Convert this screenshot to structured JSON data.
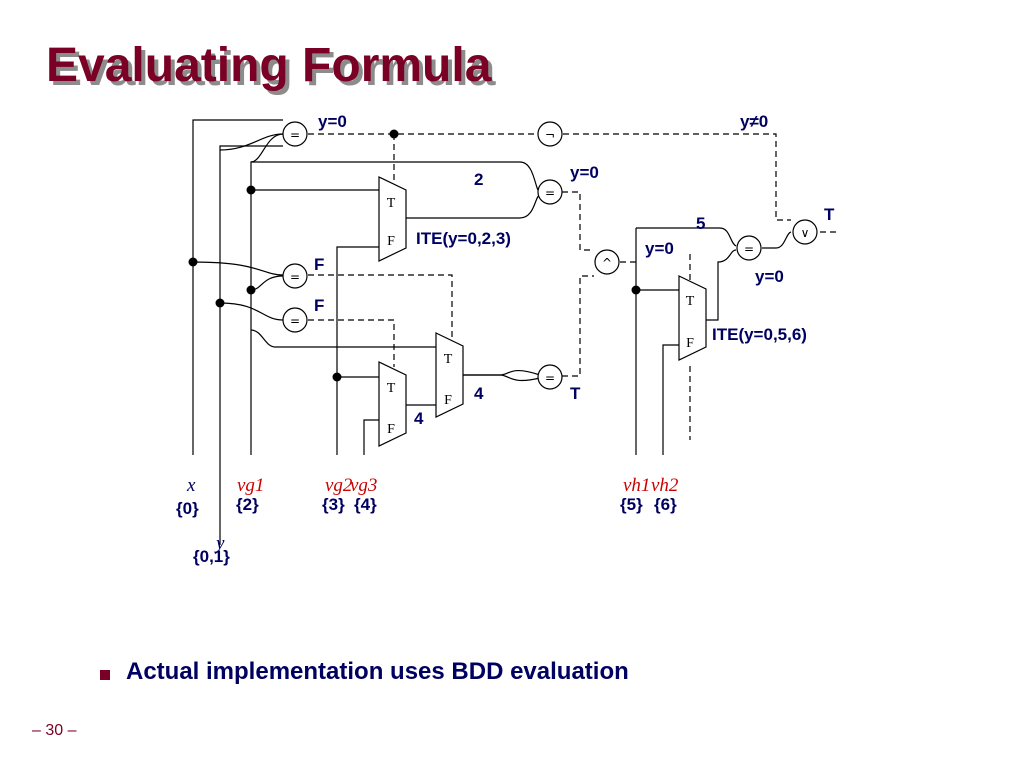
{
  "slide": {
    "title": "Evaluating Formula",
    "bullet": "Actual implementation uses BDD evaluation",
    "page_number": "– 30 –"
  },
  "diagram": {
    "inputs": {
      "x": {
        "name": "x",
        "set": "{0}"
      },
      "y": {
        "name": "y",
        "set": "{0,1}"
      },
      "vg1": {
        "name": "vg1",
        "set": "{2}"
      },
      "vg2": {
        "name": "vg2",
        "set": "{3}"
      },
      "vg3": {
        "name": "vg3",
        "set": "{4}"
      },
      "vh1": {
        "name": "vh1",
        "set": "{5}"
      },
      "vh2": {
        "name": "vh2",
        "set": "{6}"
      }
    },
    "operators": {
      "eq": "=",
      "not": "¬",
      "and": "^",
      "or": "∨",
      "mux_t": "T",
      "mux_f": "F"
    },
    "labels": {
      "top_eq": "y=0",
      "not_out": "y≠0",
      "eq2_out": "y=0",
      "and_in": "y=0",
      "eq5_out": "y=0",
      "or_out": "T",
      "eq_x_vg2": "F",
      "eq_x_vg3": "F",
      "eq4_out": "T",
      "ite1": "ITE(y=0,2,3)",
      "ite2": "ITE(y=0,5,6)",
      "val_2": "2",
      "val_5": "5",
      "val_4a": "4",
      "val_4b": "4"
    }
  }
}
